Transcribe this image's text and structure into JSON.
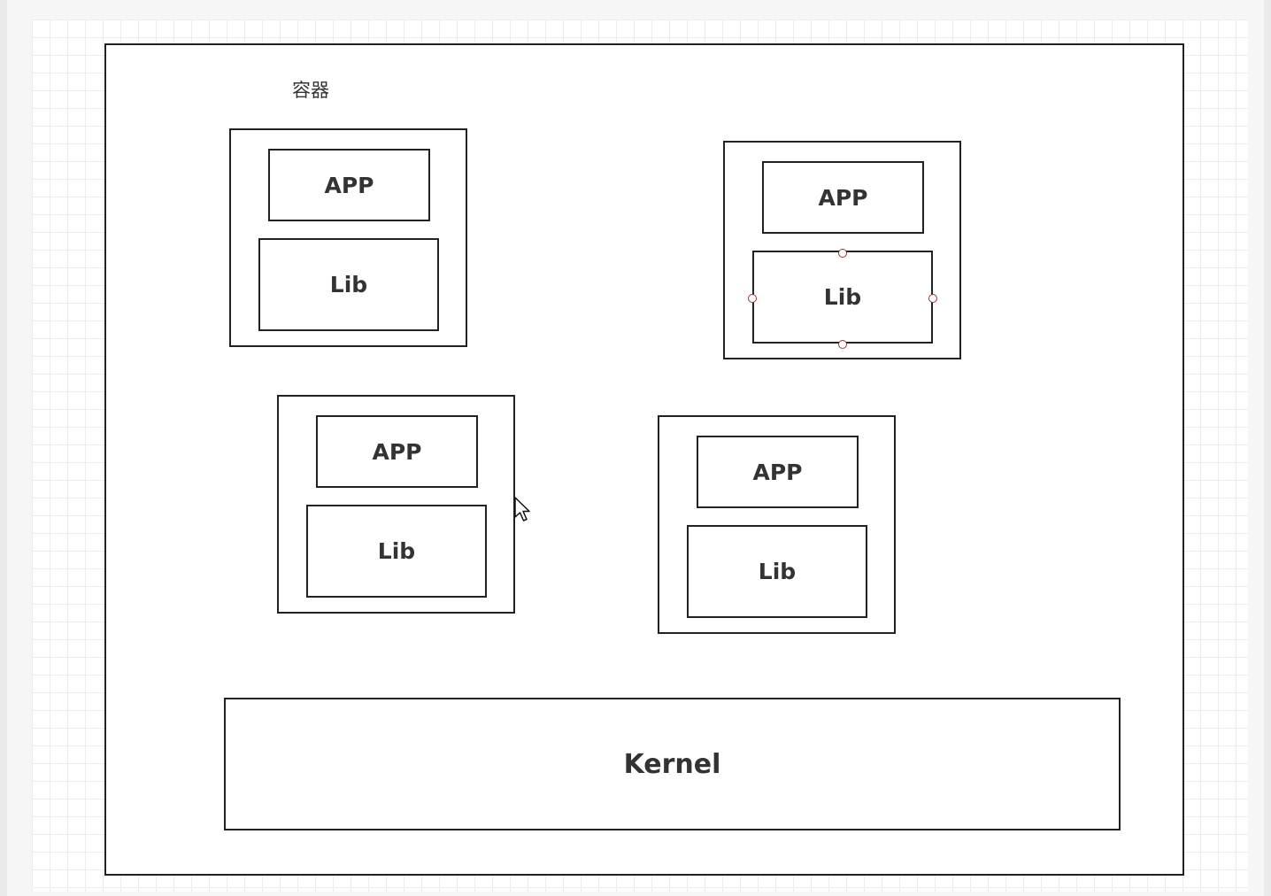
{
  "diagram": {
    "caption": "容器",
    "containers": [
      {
        "app_label": "APP",
        "lib_label": "Lib"
      },
      {
        "app_label": "APP",
        "lib_label": "Lib"
      },
      {
        "app_label": "APP",
        "lib_label": "Lib"
      },
      {
        "app_label": "APP",
        "lib_label": "Lib"
      }
    ],
    "kernel_label": "Kernel"
  },
  "colors": {
    "border": "#222222",
    "text": "#333333",
    "selection_handle": "#9a3333",
    "grid_line": "#ececec"
  },
  "icons": {
    "cursor": "mouse-pointer-icon"
  }
}
